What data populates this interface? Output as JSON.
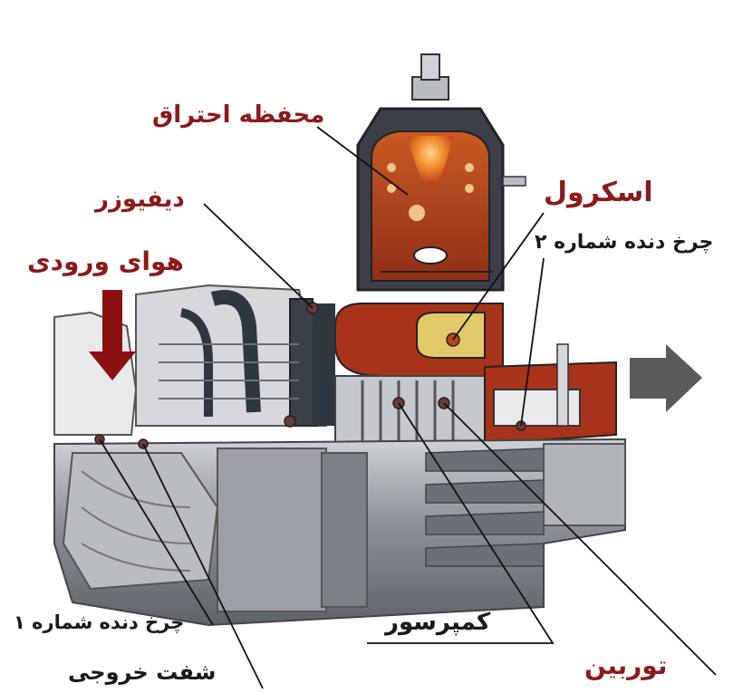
{
  "labels": {
    "combustion_chamber": "محفظه احتراق",
    "diffuser": "دیفیوزر",
    "inlet_air": "هوای ورودی",
    "scroll": "اسکرول",
    "gear_2": "چرخ دنده شماره ۲",
    "gear_1": "چرخ دنده شماره ۱",
    "output_shaft": "شفت خروجی",
    "compressor": "کمپرسور",
    "turbine": "توربین"
  },
  "colors": {
    "label_red": "#8b1a1a",
    "label_dark": "#1a1a1a",
    "chamber_fill": "#b8451d",
    "flame": "#f2a23c",
    "scroll_fill": "#e3c96a",
    "casing_dark": "#3a3f48",
    "metal": "#a9adb3",
    "inlet_arrow": "#8b1010",
    "exhaust_arrow": "#5a5a5a"
  }
}
